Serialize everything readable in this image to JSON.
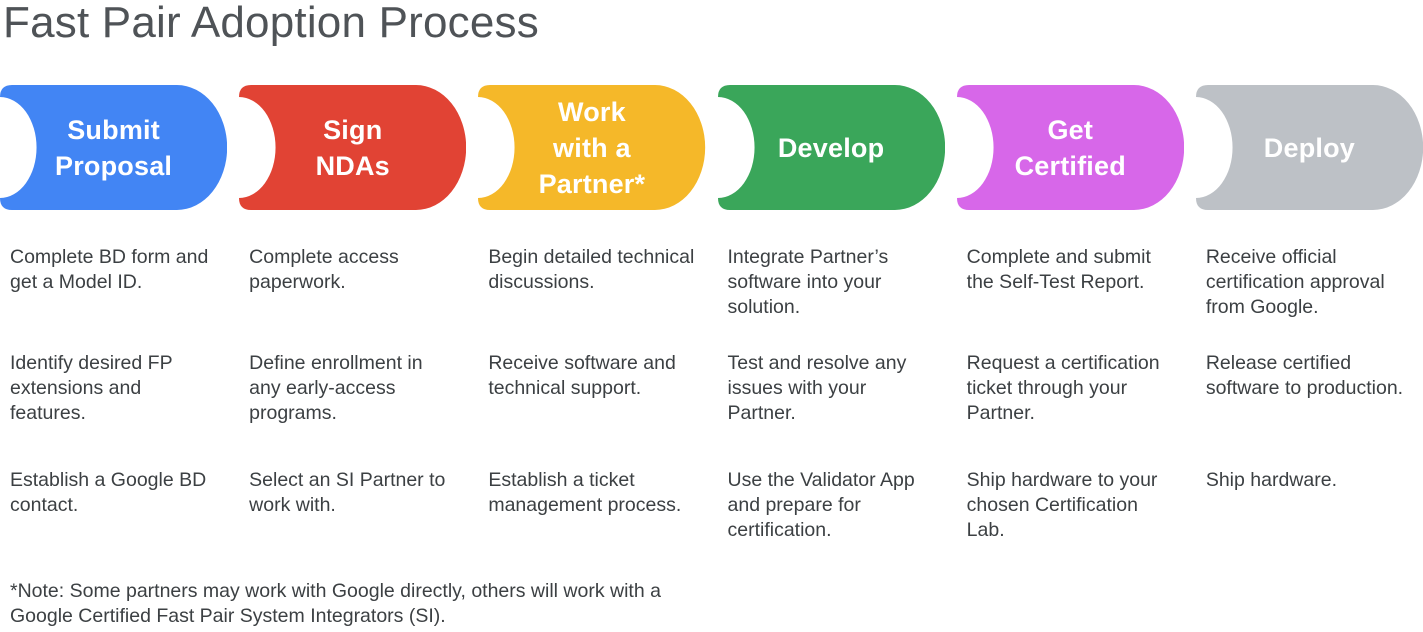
{
  "title": "Fast Pair Adoption Process",
  "footnote": "*Note: Some partners may work with Google directly, others will work with a Google Certified Fast Pair System Integrators (SI).",
  "palette": {
    "title_text": "#4F5357",
    "body_text": "#3C4043",
    "pill_text": "#FFFFFF"
  },
  "stages": [
    {
      "id": "submit-proposal",
      "label": "Submit Proposal",
      "label_lines": [
        "Submit",
        "Proposal"
      ],
      "color": "#4285F4",
      "steps": [
        "Complete BD form and get a Model ID.",
        "Identify desired FP extensions and features.",
        "Establish a Google BD contact."
      ]
    },
    {
      "id": "sign-ndas",
      "label": "Sign NDAs",
      "label_lines": [
        "Sign",
        "NDAs"
      ],
      "color": "#E14334",
      "steps": [
        "Complete access paperwork.",
        "Define enrollment in any early-access programs.",
        "Select an SI Partner to work with."
      ]
    },
    {
      "id": "work-with-partner",
      "label": "Work with a Partner*",
      "label_lines": [
        "Work",
        "with a",
        "Partner*"
      ],
      "color": "#F5B829",
      "steps": [
        "Begin detailed technical discussions.",
        "Receive software and technical support.",
        "Establish a ticket management process."
      ]
    },
    {
      "id": "develop",
      "label": "Develop",
      "label_lines": [
        "Develop"
      ],
      "color": "#3AA65A",
      "steps": [
        "Integrate Partner’s software into your solution.",
        "Test and resolve any issues with your Partner.",
        "Use the Validator App and prepare for certification."
      ]
    },
    {
      "id": "get-certified",
      "label": "Get Certified",
      "label_lines": [
        "Get",
        "Certified"
      ],
      "color": "#D767E9",
      "steps": [
        "Complete and submit the Self-Test Report.",
        "Request a certification ticket through your Partner.",
        "Ship hardware to your chosen Certification Lab."
      ]
    },
    {
      "id": "deploy",
      "label": "Deploy",
      "label_lines": [
        "Deploy"
      ],
      "color": "#BDC1C6",
      "steps": [
        "Receive official certification approval from Google.",
        "Release certified software to production.",
        "Ship hardware."
      ]
    }
  ]
}
